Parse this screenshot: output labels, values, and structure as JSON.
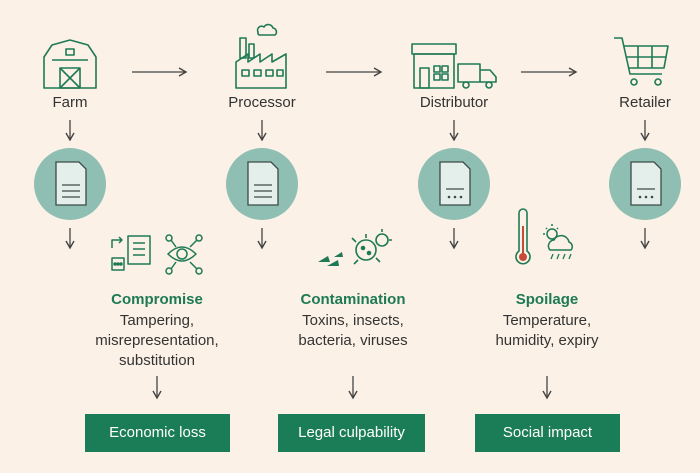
{
  "stages": [
    {
      "label": "Farm",
      "icon": "barn-icon"
    },
    {
      "label": "Processor",
      "icon": "factory-icon"
    },
    {
      "label": "Distributor",
      "icon": "warehouse-truck-icon"
    },
    {
      "label": "Retailer",
      "icon": "shopping-cart-icon"
    }
  ],
  "documents": [
    {
      "icon": "document-lines-icon"
    },
    {
      "icon": "document-lines-icon"
    },
    {
      "icon": "document-dots-icon"
    },
    {
      "icon": "document-dots-icon"
    }
  ],
  "risks": [
    {
      "title": "Compromise",
      "desc1": "Tampering,",
      "desc2": "misrepresentation,",
      "desc3": "substitution",
      "icons": [
        "document-swap-icon",
        "network-eye-icon"
      ],
      "outcome": "Economic loss"
    },
    {
      "title": "Contamination",
      "desc1": "Toxins, insects,",
      "desc2": "bacteria, viruses",
      "icons": [
        "insects-icon",
        "bacteria-icon"
      ],
      "outcome": "Legal culpability"
    },
    {
      "title": "Spoilage",
      "desc1": "Temperature,",
      "desc2": "humidity, expiry",
      "icons": [
        "thermometer-icon",
        "weather-icon"
      ],
      "outcome": "Social impact"
    }
  ],
  "colors": {
    "background": "#fbf1e6",
    "accent": "#1b7d58",
    "circle": "#8fbfb3",
    "icon_stroke": "#1e7a55"
  }
}
